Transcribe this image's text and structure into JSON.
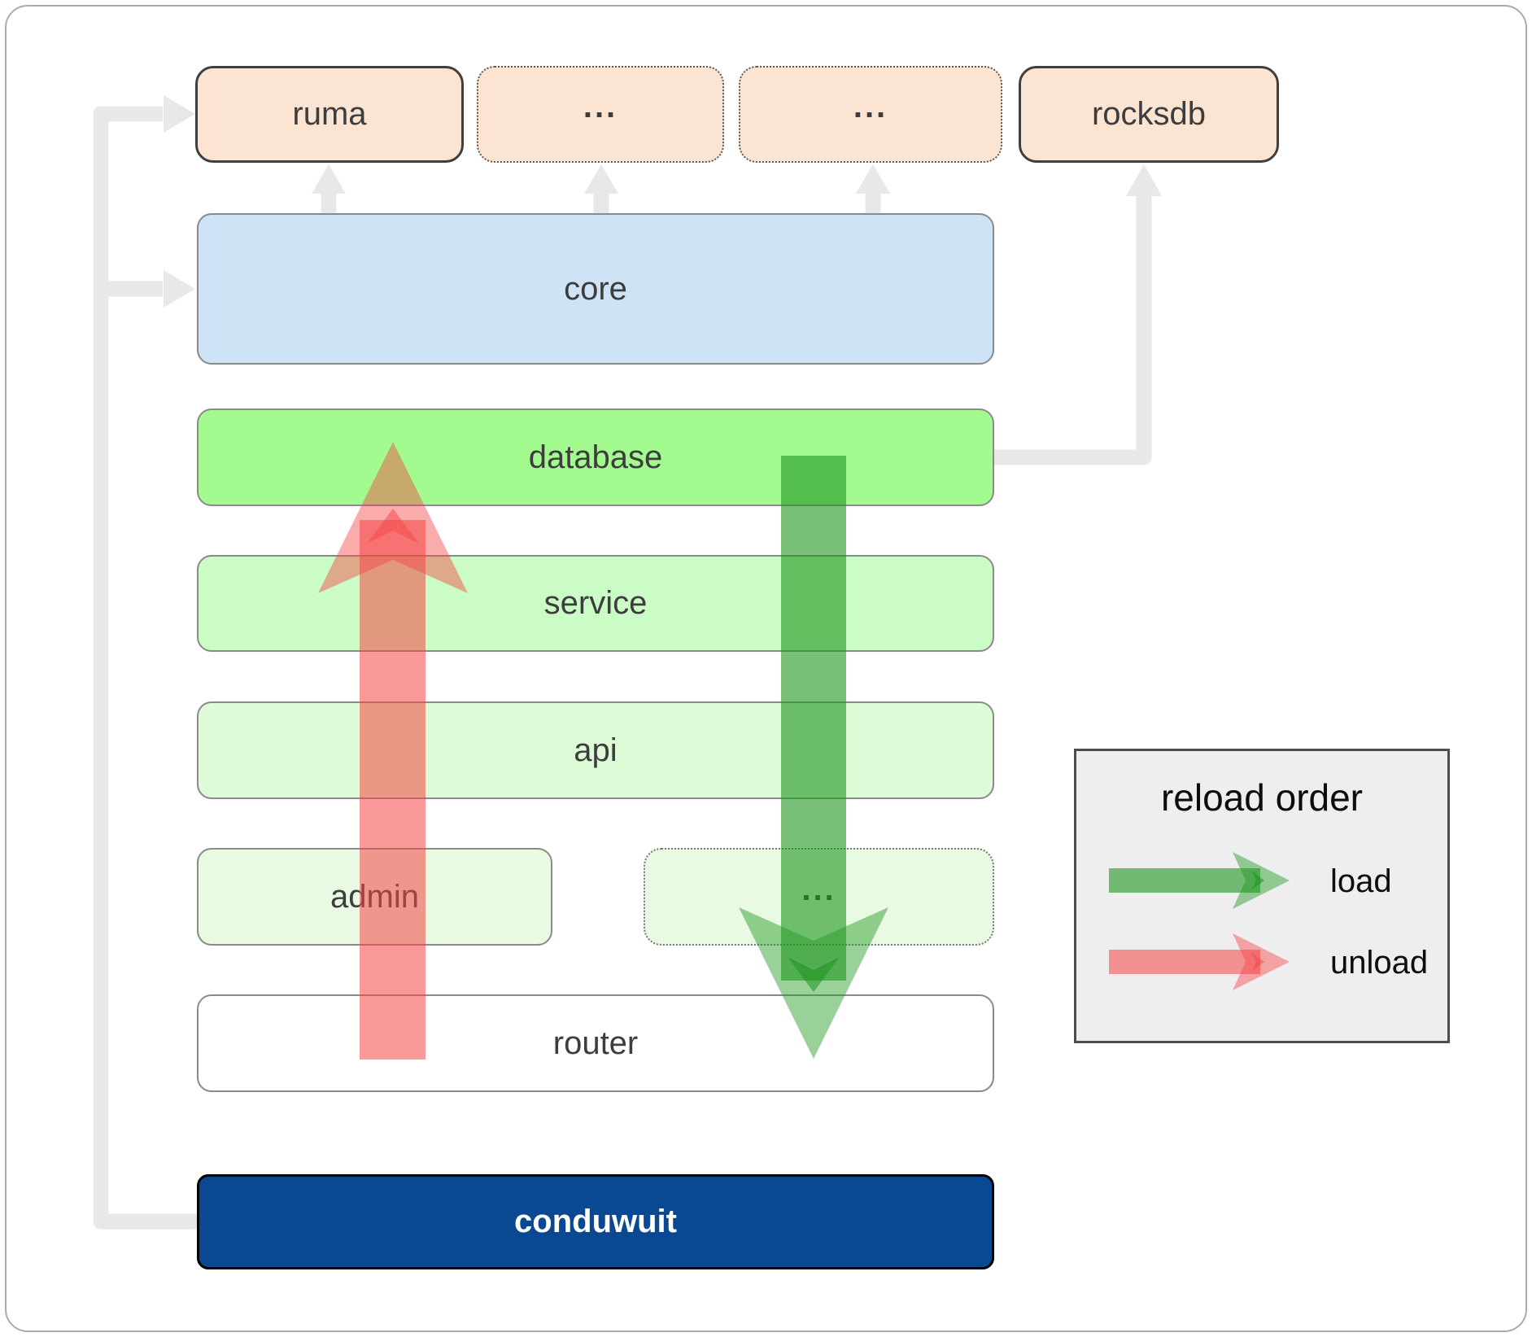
{
  "diagram": {
    "top_row": {
      "ruma": "ruma",
      "ellipsis1": "...",
      "ellipsis2": "...",
      "rocksdb": "rocksdb"
    },
    "stack": {
      "core": "core",
      "database": "database",
      "service": "service",
      "api": "api",
      "admin": "admin",
      "admin_ellipsis": "...",
      "router": "router",
      "conduwuit": "conduwuit"
    },
    "legend": {
      "title": "reload order",
      "load_label": "load",
      "unload_label": "unload"
    },
    "colors": {
      "load_arrow_green": "#1e961e",
      "unload_arrow_red": "#f44545",
      "connector_gray": "#e8e8e8",
      "conduwuit_bg": "#0b4892",
      "core_bg": "#cfe3f6",
      "database_bg": "#a3fa8f",
      "service_bg": "#ccfcc5",
      "api_bg": "#ddfbd6",
      "admin_bg": "#e8fae2",
      "module_peach_bg": "#fce4d2"
    }
  }
}
